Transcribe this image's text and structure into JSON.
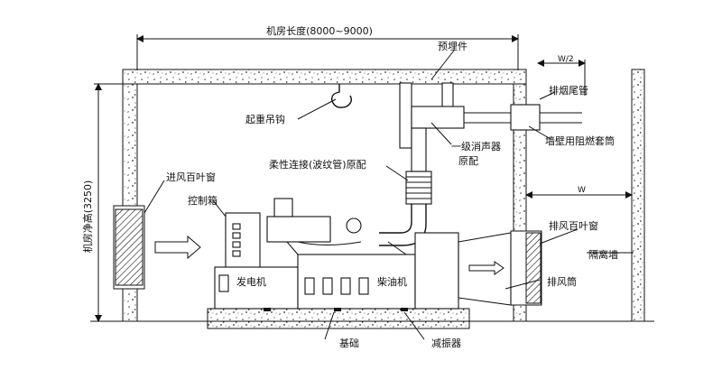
{
  "diagram": {
    "dimensions": {
      "room_length": "机房长度(8000~9000)",
      "room_height": "机房净高(3250)",
      "w_over_2": "W/2",
      "w": "W"
    },
    "labels": {
      "embedded_part": "预埋件",
      "lifting_hook": "起重吊钩",
      "exhaust_tail_pipe": "排烟尾管",
      "wall_sleeve": "墙壁用阻燃套筒",
      "primary_muffler": "一级消声器",
      "optional_1": "原配",
      "flexible_joint": "柔性连接(波纹管)原配",
      "intake_louver": "进风百叶窗",
      "control_box": "控制箱",
      "exhaust_louver": "排风百叶窗",
      "isolation_wall": "隔离墙",
      "generator": "发电机",
      "diesel_engine": "柴油机",
      "exhaust_duct": "排风筒",
      "foundation": "基础",
      "vibration_damper": "减振器"
    }
  }
}
